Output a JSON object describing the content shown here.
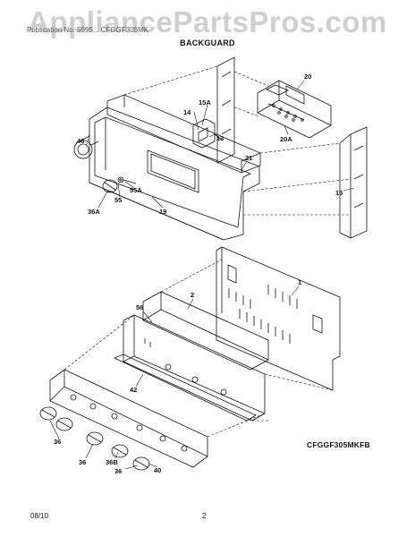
{
  "watermark": "AppliancePartsPros.com",
  "header_fragment": "Publication No. 5995... CFGGF305MK",
  "section_title": "BACKGUARD",
  "model_code": "CFGGF305MKFB",
  "footer_date": "08/10",
  "page_number": "2",
  "part_labels": {
    "p20": "20",
    "p15A": "15A",
    "p14": "14",
    "p13": "13",
    "p20A": "20A",
    "p46": "46",
    "p21": "21",
    "p55A": "55A",
    "p55": "55",
    "p15": "15",
    "p36A": "36A",
    "p19": "19",
    "p2": "2",
    "p1": "1",
    "p56": "56",
    "p42": "42",
    "p36a": "36",
    "p36b": "36",
    "p36B": "36B",
    "p40": "40"
  }
}
